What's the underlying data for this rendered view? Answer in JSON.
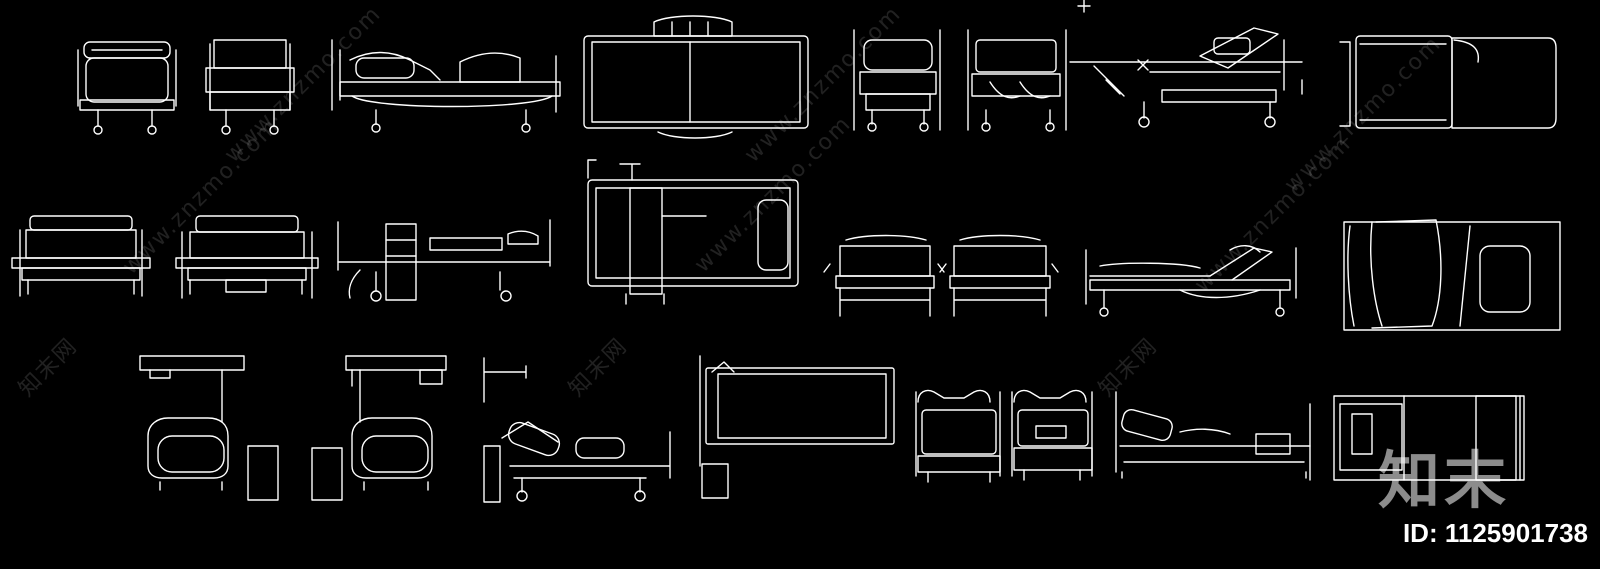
{
  "watermark": {
    "domain_text": "www.znzmo.com",
    "site_text": "知末网"
  },
  "logo": {
    "text": "知末"
  },
  "id_label": {
    "text": "ID: 1125901738"
  },
  "colors": {
    "background": "#000000",
    "line": "#ffffff"
  }
}
